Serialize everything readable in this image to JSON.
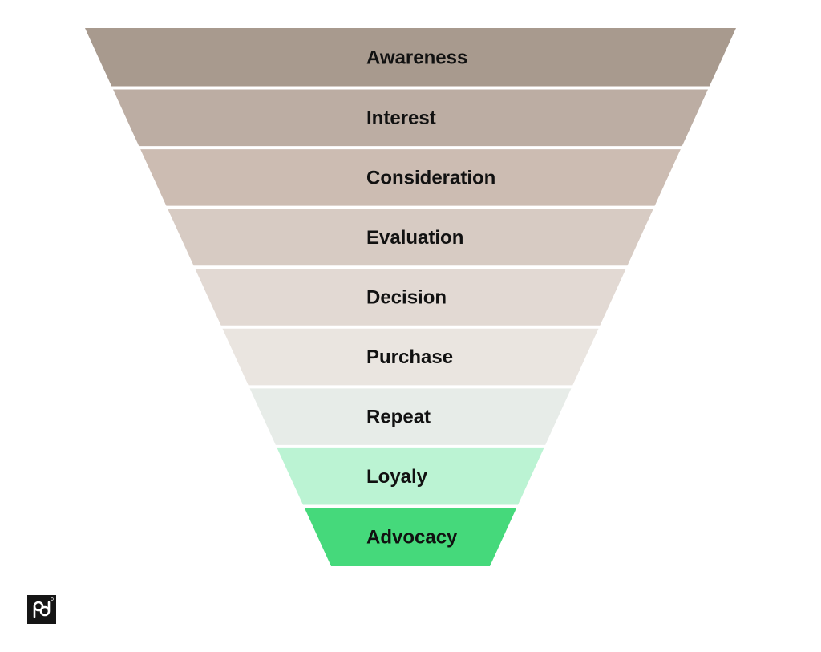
{
  "funnel": {
    "stages": [
      {
        "label": "Awareness",
        "color": "#a89a8e"
      },
      {
        "label": "Interest",
        "color": "#bcada3"
      },
      {
        "label": "Consideration",
        "color": "#ccbcb2"
      },
      {
        "label": "Evaluation",
        "color": "#d7cbc3"
      },
      {
        "label": "Decision",
        "color": "#e2d9d3"
      },
      {
        "label": "Purchase",
        "color": "#eae5e0"
      },
      {
        "label": "Repeat",
        "color": "#e7ece8"
      },
      {
        "label": "Loyaly",
        "color": "#bbf3d3"
      },
      {
        "label": "Advocacy",
        "color": "#45d97b"
      }
    ]
  },
  "logo": {
    "icon": "pd-logo-icon",
    "background": "#151515"
  }
}
